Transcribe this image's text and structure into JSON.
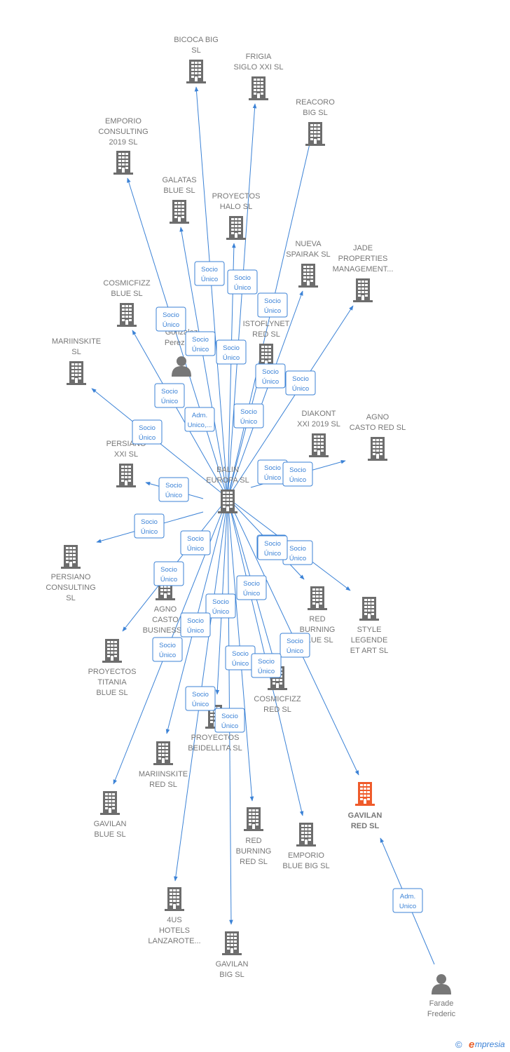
{
  "colors": {
    "edge": "#3b82d6",
    "company": "#6d6d6d",
    "company_highlight": "#ef5b2b",
    "person": "#777777",
    "label": "#777777"
  },
  "nodes": [
    {
      "id": "bicoca",
      "kind": "company",
      "lines": [
        "BICOCA BIG",
        "SL"
      ]
    },
    {
      "id": "frigia",
      "kind": "company",
      "lines": [
        "FRIGIA",
        "SIGLO XXI  SL"
      ]
    },
    {
      "id": "reacoro",
      "kind": "company",
      "lines": [
        "REACORO",
        "BIG  SL"
      ]
    },
    {
      "id": "emporio_consulting",
      "kind": "company",
      "lines": [
        "EMPORIO",
        "CONSULTING",
        "2019  SL"
      ]
    },
    {
      "id": "galatas",
      "kind": "company",
      "lines": [
        "GALATAS",
        "BLUE  SL"
      ]
    },
    {
      "id": "proyectos_halo",
      "kind": "company",
      "lines": [
        "PROYECTOS",
        "HALO  SL"
      ]
    },
    {
      "id": "nueva_spairak",
      "kind": "company",
      "lines": [
        "NUEVA",
        "SPAIRAK  SL"
      ]
    },
    {
      "id": "jade",
      "kind": "company",
      "lines": [
        "JADE",
        "PROPERTIES",
        "MANAGEMENT..."
      ]
    },
    {
      "id": "cosmicfizz_blue",
      "kind": "company",
      "lines": [
        "COSMICFIZZ",
        "BLUE  SL"
      ]
    },
    {
      "id": "gonzalez",
      "kind": "person",
      "lines": [
        "Gonzalez",
        "Perez E..."
      ]
    },
    {
      "id": "istoflynet",
      "kind": "company",
      "lines": [
        "ISTOFLYNET",
        "RED  SL"
      ]
    },
    {
      "id": "mariinskite",
      "kind": "company",
      "lines": [
        "MARIINSKITE",
        "SL"
      ]
    },
    {
      "id": "diakont",
      "kind": "company",
      "lines": [
        "DIAKONT",
        "XXI 2019  SL"
      ]
    },
    {
      "id": "agno_casto_red",
      "kind": "company",
      "lines": [
        "AGNO",
        "CASTO RED  SL"
      ]
    },
    {
      "id": "persiano_xxi",
      "kind": "company",
      "lines": [
        "PERSIANO",
        "XXI  SL"
      ]
    },
    {
      "id": "balin",
      "kind": "company",
      "lines": [
        "BALIN",
        "EUROPA  SL"
      ]
    },
    {
      "id": "persiano_consulting",
      "kind": "company",
      "lines": [
        "PERSIANO",
        "CONSULTING",
        "SL"
      ]
    },
    {
      "id": "agno_casto_business",
      "kind": "company",
      "lines": [
        "AGNO",
        "CASTO",
        "BUSINESS..."
      ]
    },
    {
      "id": "red_burning_blue",
      "kind": "company",
      "lines": [
        "RED",
        "BURNING",
        "BLUE  SL"
      ]
    },
    {
      "id": "style_legende",
      "kind": "company",
      "lines": [
        "STYLE",
        "LEGENDE",
        "ET ART  SL"
      ]
    },
    {
      "id": "proyectos_titania",
      "kind": "company",
      "lines": [
        "PROYECTOS",
        "TITANIA",
        "BLUE  SL"
      ]
    },
    {
      "id": "cosmicfizz_red",
      "kind": "company",
      "lines": [
        "COSMICFIZZ",
        "RED  SL"
      ]
    },
    {
      "id": "proyectos_beidellita",
      "kind": "company",
      "lines": [
        "PROYECTOS",
        "BEIDELLITA  SL"
      ]
    },
    {
      "id": "mariinskite_red",
      "kind": "company",
      "lines": [
        "MARIINSKITE",
        "RED  SL"
      ]
    },
    {
      "id": "gavilan_red",
      "kind": "company",
      "highlight": true,
      "lines": [
        "GAVILAN",
        "RED  SL"
      ]
    },
    {
      "id": "gavilan_blue",
      "kind": "company",
      "lines": [
        "GAVILAN",
        "BLUE  SL"
      ]
    },
    {
      "id": "red_burning_red",
      "kind": "company",
      "lines": [
        "RED",
        "BURNING",
        "RED  SL"
      ]
    },
    {
      "id": "emporio_blue",
      "kind": "company",
      "lines": [
        "EMPORIO",
        "BLUE BIG  SL"
      ]
    },
    {
      "id": "4us",
      "kind": "company",
      "lines": [
        "4US",
        "HOTELS",
        "LANZAROTE..."
      ]
    },
    {
      "id": "gavilan_big",
      "kind": "company",
      "lines": [
        "GAVILAN",
        "BIG  SL"
      ]
    },
    {
      "id": "farade",
      "kind": "person",
      "lines": [
        "Farade",
        "Frederic"
      ]
    }
  ],
  "relations": [
    {
      "id": "r1",
      "lines": [
        "Socio",
        "Único"
      ]
    },
    {
      "id": "r2",
      "lines": [
        "Socio",
        "Único"
      ]
    },
    {
      "id": "r3",
      "lines": [
        "Socio",
        "Único"
      ]
    },
    {
      "id": "r4",
      "lines": [
        "Socio",
        "Único"
      ]
    },
    {
      "id": "r5",
      "lines": [
        "Socio",
        "Único"
      ]
    },
    {
      "id": "r6",
      "lines": [
        "Socio",
        "Único"
      ]
    },
    {
      "id": "r7",
      "lines": [
        "Socio",
        "Único"
      ]
    },
    {
      "id": "r8",
      "lines": [
        "Socio",
        "Único"
      ]
    },
    {
      "id": "r9",
      "lines": [
        "Socio",
        "Único"
      ]
    },
    {
      "id": "r10",
      "lines": [
        "Socio",
        "Único"
      ]
    },
    {
      "id": "r11",
      "lines": [
        "Adm.",
        "Unico,..."
      ]
    },
    {
      "id": "r12",
      "lines": [
        "Socio",
        "Único"
      ]
    },
    {
      "id": "r13",
      "lines": [
        "Socio",
        "Único"
      ]
    },
    {
      "id": "r14",
      "lines": [
        "Socio",
        "Único"
      ]
    },
    {
      "id": "r15",
      "lines": [
        "Socio",
        "Único"
      ]
    },
    {
      "id": "r16",
      "lines": [
        "Socio",
        "Único"
      ]
    },
    {
      "id": "r17",
      "lines": [
        "Socio",
        "Único"
      ]
    },
    {
      "id": "r18",
      "lines": [
        "Socio",
        "Único"
      ]
    },
    {
      "id": "r19",
      "lines": [
        "Socio",
        "Único"
      ]
    },
    {
      "id": "r20",
      "lines": [
        "Socio",
        "Único"
      ]
    },
    {
      "id": "r21",
      "lines": [
        "Socio",
        "Único"
      ]
    },
    {
      "id": "r22",
      "lines": [
        "Socio",
        "Único"
      ]
    },
    {
      "id": "r23",
      "lines": [
        "Socio",
        "Único"
      ]
    },
    {
      "id": "r24",
      "lines": [
        "Socio",
        "Único"
      ]
    },
    {
      "id": "r25",
      "lines": [
        "Socio",
        "Único"
      ]
    },
    {
      "id": "r26",
      "lines": [
        "Socio",
        "Único"
      ]
    },
    {
      "id": "r27",
      "lines": [
        "Socio",
        "Único"
      ]
    },
    {
      "id": "r28",
      "lines": [
        "Socio",
        "Único"
      ]
    },
    {
      "id": "r29",
      "lines": [
        "Socio",
        "Único"
      ]
    },
    {
      "id": "r30",
      "lines": [
        "Socio",
        "Único"
      ]
    },
    {
      "id": "r31",
      "lines": [
        "Adm.",
        "Unico"
      ]
    }
  ],
  "footer": {
    "copyright_symbol": "©",
    "brand_initial": "e",
    "brand_rest": "mpresia"
  }
}
